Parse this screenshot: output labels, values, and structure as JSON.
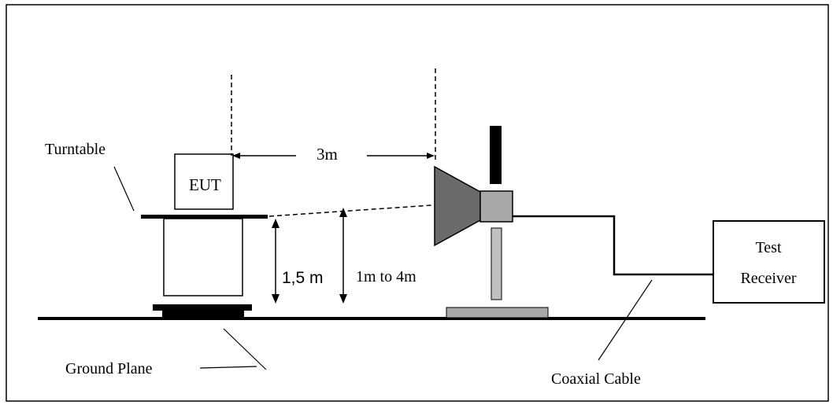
{
  "labels": {
    "turntable": "Turntable",
    "eut": "EUT",
    "distance": "3m",
    "eut_height": "1,5 m",
    "antenna_height": "1m to 4m",
    "test_receiver_line1": "Test",
    "test_receiver_line2": "Receiver",
    "ground_plane": "Ground Plane",
    "coaxial_cable": "Coaxial Cable"
  },
  "colors": {
    "line": "#000000",
    "horn": "#6b6b6b",
    "horn_feed": "#a8a8a8",
    "mast": "#c0c0c0",
    "mast_base": "#a8a8a8",
    "mast_top": "#000000"
  }
}
